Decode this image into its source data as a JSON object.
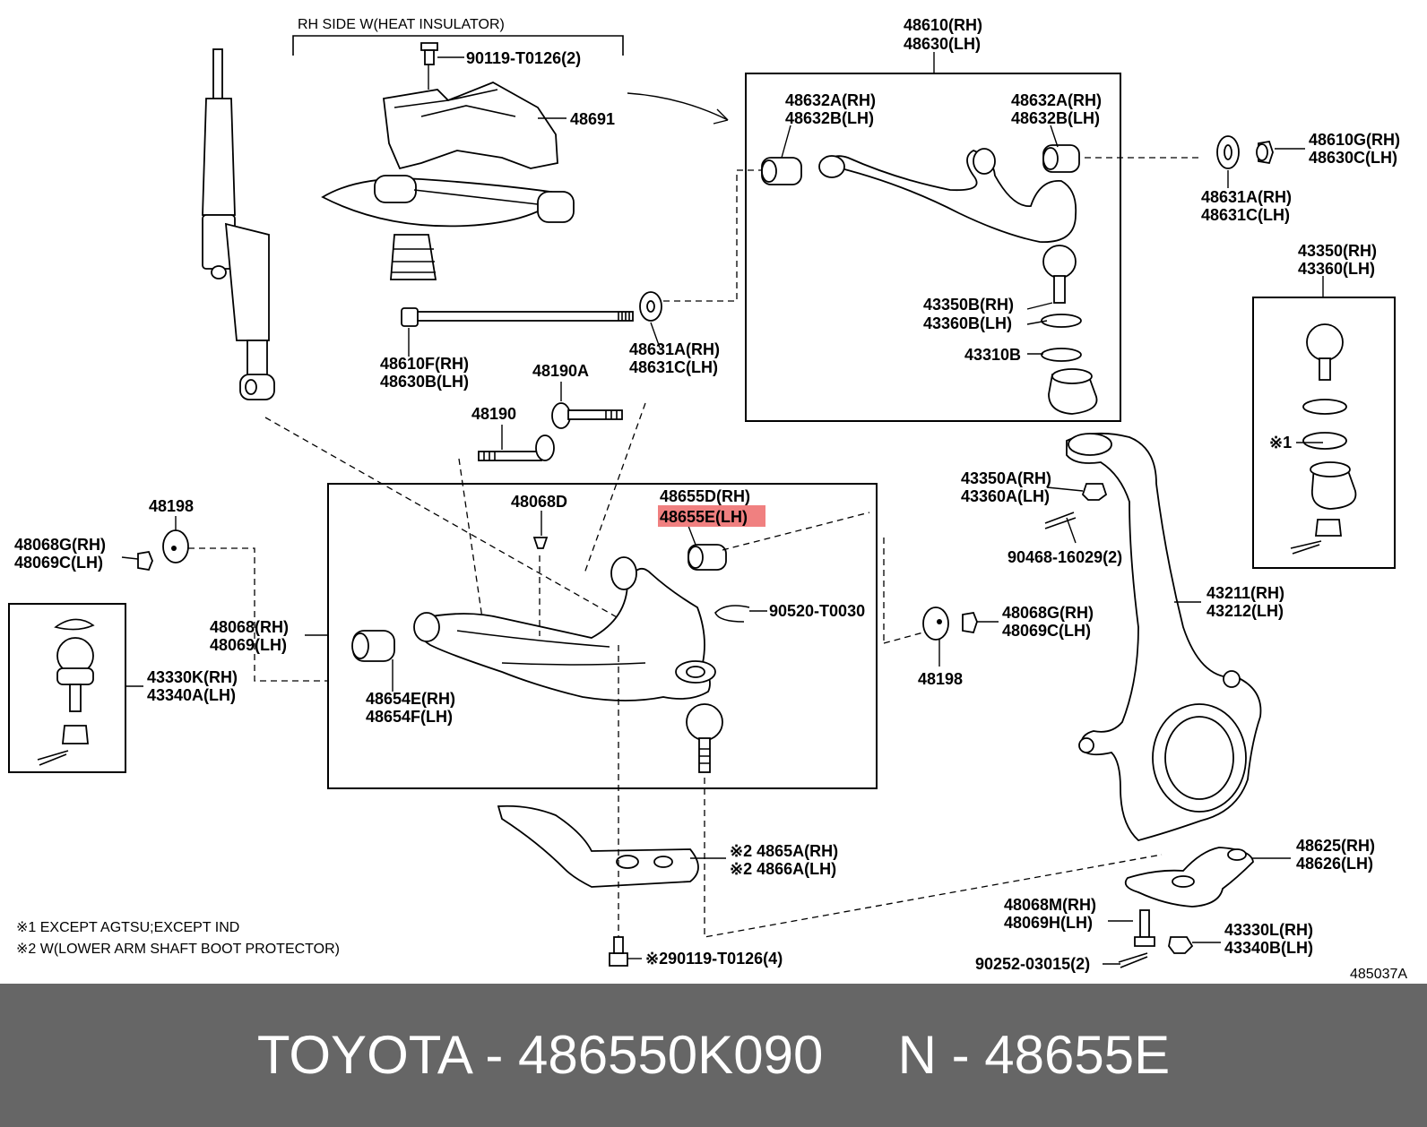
{
  "colors": {
    "highlight": "#f08080",
    "footer_bg": "#666666",
    "footer_text": "#ffffff"
  },
  "header_note": "RH SIDE W(HEAT INSULATOR)",
  "labels": {
    "l90119_top": "90119-T0126(2)",
    "l48691": "48691",
    "l48610_rh": "48610(RH)",
    "l48630_lh": "48630(LH)",
    "l48632a_rh_a": "48632A(RH)",
    "l48632b_lh_a": "48632B(LH)",
    "l48632a_rh_b": "48632A(RH)",
    "l48632b_lh_b": "48632B(LH)",
    "l48610g_rh": "48610G(RH)",
    "l48630c_lh": "48630C(LH)",
    "l48631a_rh_top": "48631A(RH)",
    "l48631c_lh_top": "48631C(LH)",
    "l43350_rh": "43350(RH)",
    "l43360_lh": "43360(LH)",
    "l43350b_rh": "43350B(RH)",
    "l43360b_lh": "43360B(LH)",
    "l43310b": "43310B",
    "l48610f_rh": "48610F(RH)",
    "l48630b_lh": "48630B(LH)",
    "l48631a_rh": "48631A(RH)",
    "l48631c_lh": "48631C(LH)",
    "l48190a": "48190A",
    "l48190": "48190",
    "l48198_left": "48198",
    "l48068g_rh_left": "48068G(RH)",
    "l48069c_lh_left": "48069C(LH)",
    "l48068d": "48068D",
    "l48655d_rh": "48655D(RH)",
    "l48655e_lh": "48655E(LH)",
    "l90520": "90520-T0030",
    "l48068g_rh_right": "48068G(RH)",
    "l48069c_lh_right": "48069C(LH)",
    "l48198_right": "48198",
    "l43350a_rh": "43350A(RH)",
    "l43360a_lh": "43360A(LH)",
    "l90468": "90468-16029(2)",
    "l43211_rh": "43211(RH)",
    "l43212_lh": "43212(LH)",
    "l48068_rh": "48068(RH)",
    "l48069_lh": "48069(LH)",
    "l43330k_rh": "43330K(RH)",
    "l43340a_lh": "43340A(LH)",
    "l48654e_rh": "48654E(RH)",
    "l48654f_lh": "48654F(LH)",
    "mark1": "※1",
    "l4865a_rh": "※2 4865A(RH)",
    "l4866a_lh": "※2 4866A(LH)",
    "l48625_rh": "48625(RH)",
    "l48626_lh": "48626(LH)",
    "l48068m_rh": "48068M(RH)",
    "l48069h_lh": "48069H(LH)",
    "l43330l_rh": "43330L(RH)",
    "l43340b_lh": "43340B(LH)",
    "l90252": "90252-03015(2)",
    "l90119_bottom": "※290119-T0126(4)",
    "note1": "※1 EXCEPT AGTSU;EXCEPT IND",
    "note2": "※2 W(LOWER ARM SHAFT BOOT PROTECTOR)",
    "diagram_code": "485037A"
  },
  "footer": {
    "text": "TOYOTA - 486550K090     N - 48655E"
  }
}
